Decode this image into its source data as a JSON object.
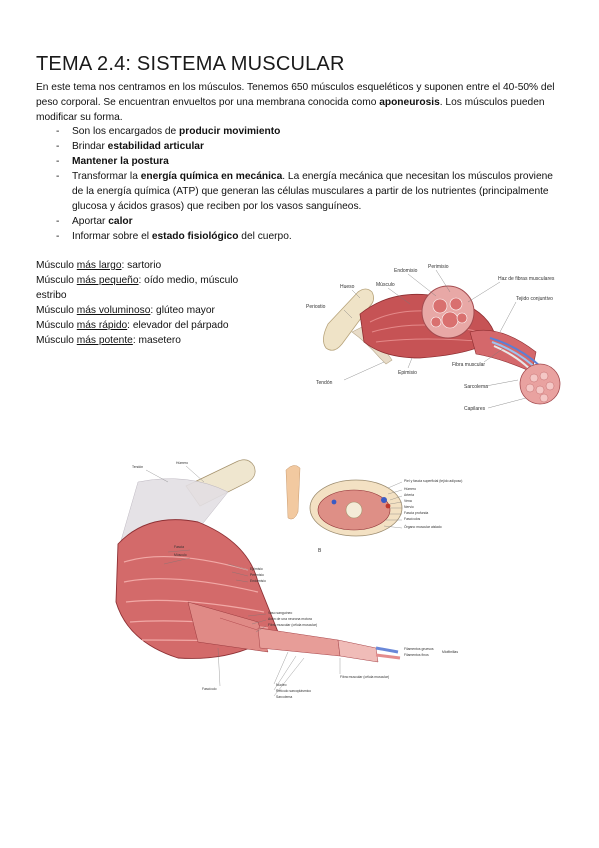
{
  "title": "TEMA 2.4: SISTEMA MUSCULAR",
  "intro": {
    "part1": "En este tema nos centramos en los músculos. Tenemos 650 músculos esqueléticos y suponen entre el 40-50% del peso corporal. Se encuentran envueltos por una membrana conocida como ",
    "bold": "aponeurosis",
    "part2": ". Los músculos pueden modificar su forma."
  },
  "list": [
    {
      "pre": "Son los encargados de ",
      "bold": "producir movimiento",
      "post": ""
    },
    {
      "pre": " Brindar ",
      "bold": "estabilidad articular",
      "post": ""
    },
    {
      "pre": "",
      "bold": "Mantener la postura",
      "post": ""
    },
    {
      "pre": " Transformar la ",
      "bold": "energía química en mecánica",
      "post": ". La energía mecánica que necesitan los músculos proviene de la energía química (ATP) que generan las células musculares a partir de los nutrientes (principalmente glucosa y ácidos grasos) que reciben por los vasos sanguíneos."
    },
    {
      "pre": " Aportar ",
      "bold": "calor",
      "post": ""
    },
    {
      "pre": "Informar sobre el ",
      "bold": "estado fisiológico",
      "post": " del cuerpo."
    }
  ],
  "facts": [
    {
      "pre": "Músculo ",
      "u": "más largo",
      "post": ": sartorio"
    },
    {
      "pre": "Músculo ",
      "u": "más pequeño",
      "post": ": oído medio, músculo estribo"
    },
    {
      "pre": "Músculo ",
      "u": "más voluminoso",
      "post": ": glúteo mayor"
    },
    {
      "pre": "Músculo ",
      "u": "más rápido",
      "post": ": elevador del párpado"
    },
    {
      "pre": "Músculo ",
      "u": "más potente",
      "post": ": masetero"
    }
  ],
  "figure1": {
    "labels": {
      "endomisio": "Endomisio",
      "perimisio": "Perimisio",
      "hueso": "Hueso",
      "musculo": "Músculo",
      "haz": "Haz de fibras musculares",
      "periostio": "Periostio",
      "tejido": "Tejido conjuntivo",
      "fibra": "Fibra muscular",
      "epimisio": "Epimisio",
      "sarcolema": "Sarcolema",
      "tendon": "Tendón",
      "capilares": "Capilares"
    }
  },
  "figure2": {
    "labels": {
      "tendon": "Tendón",
      "humero": "Húmero",
      "fascia": "Fascia",
      "musculo": "Músculo",
      "epimisio": "Epimisio",
      "perimisio": "Perimisio",
      "endomisio": "Endomisio",
      "vaso": "Vaso sanguíneo",
      "axon": "Axón de una neurona motora",
      "fibra": "Fibra muscular (célula muscular)",
      "fasciculo": "Fascículo",
      "fibra2": "Fibra muscular (célula muscular)",
      "nucleo": "Núcleo",
      "reticulo": "Retículo sarcoplásmico",
      "sarcolema": "Sarcolema",
      "fil_gruesos": "Filamentos gruesos",
      "fil_finos": "Filamentos finos",
      "miofibrillas": "Miofibrillas",
      "piel": "Piel y fascia superficial (tejido adiposo)",
      "humero2": "Húmero",
      "arteria": "Arteria",
      "vena": "Vena",
      "nervio": "Nervio",
      "fascia_prof": "Fascia profunda",
      "fasciculos": "Fascículos",
      "organo": "Órgano muscular aislado",
      "b": "B"
    }
  }
}
